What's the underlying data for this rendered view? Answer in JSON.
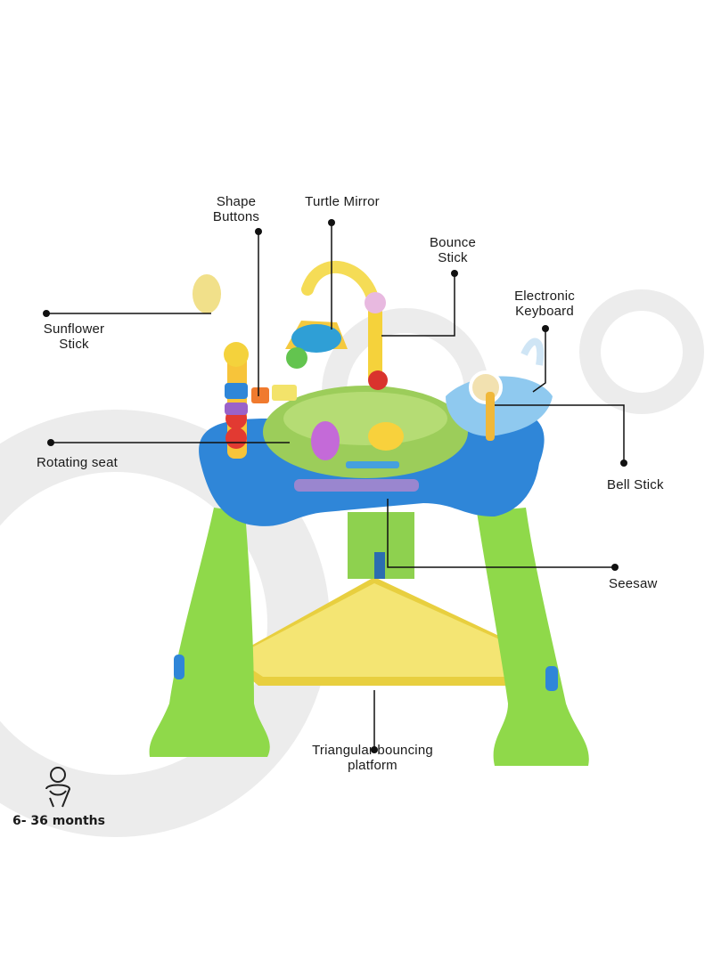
{
  "callouts": {
    "shape_buttons": "Shape\nButtons",
    "turtle_mirror": "Turtle Mirror",
    "bounce_stick": "Bounce\nStick",
    "electronic_keyboard": "Electronic\nKeyboard",
    "sunflower_stick": "Sunflower\nStick",
    "rotating_seat": "Rotating seat",
    "bell_stick": "Bell Stick",
    "seesaw": "Seesaw",
    "triangular_platform": "Triangular bouncing\nplatform"
  },
  "age_badge": {
    "icon": "baby-icon",
    "text": "6- 36 months"
  },
  "colors": {
    "frame_green": "#8fd94a",
    "tray_blue": "#2f86d8",
    "platform_yellow": "#f3e36a",
    "seat_green": "#9ccd5a",
    "backdrop_ring": "#ebebeb",
    "line": "#111111"
  }
}
